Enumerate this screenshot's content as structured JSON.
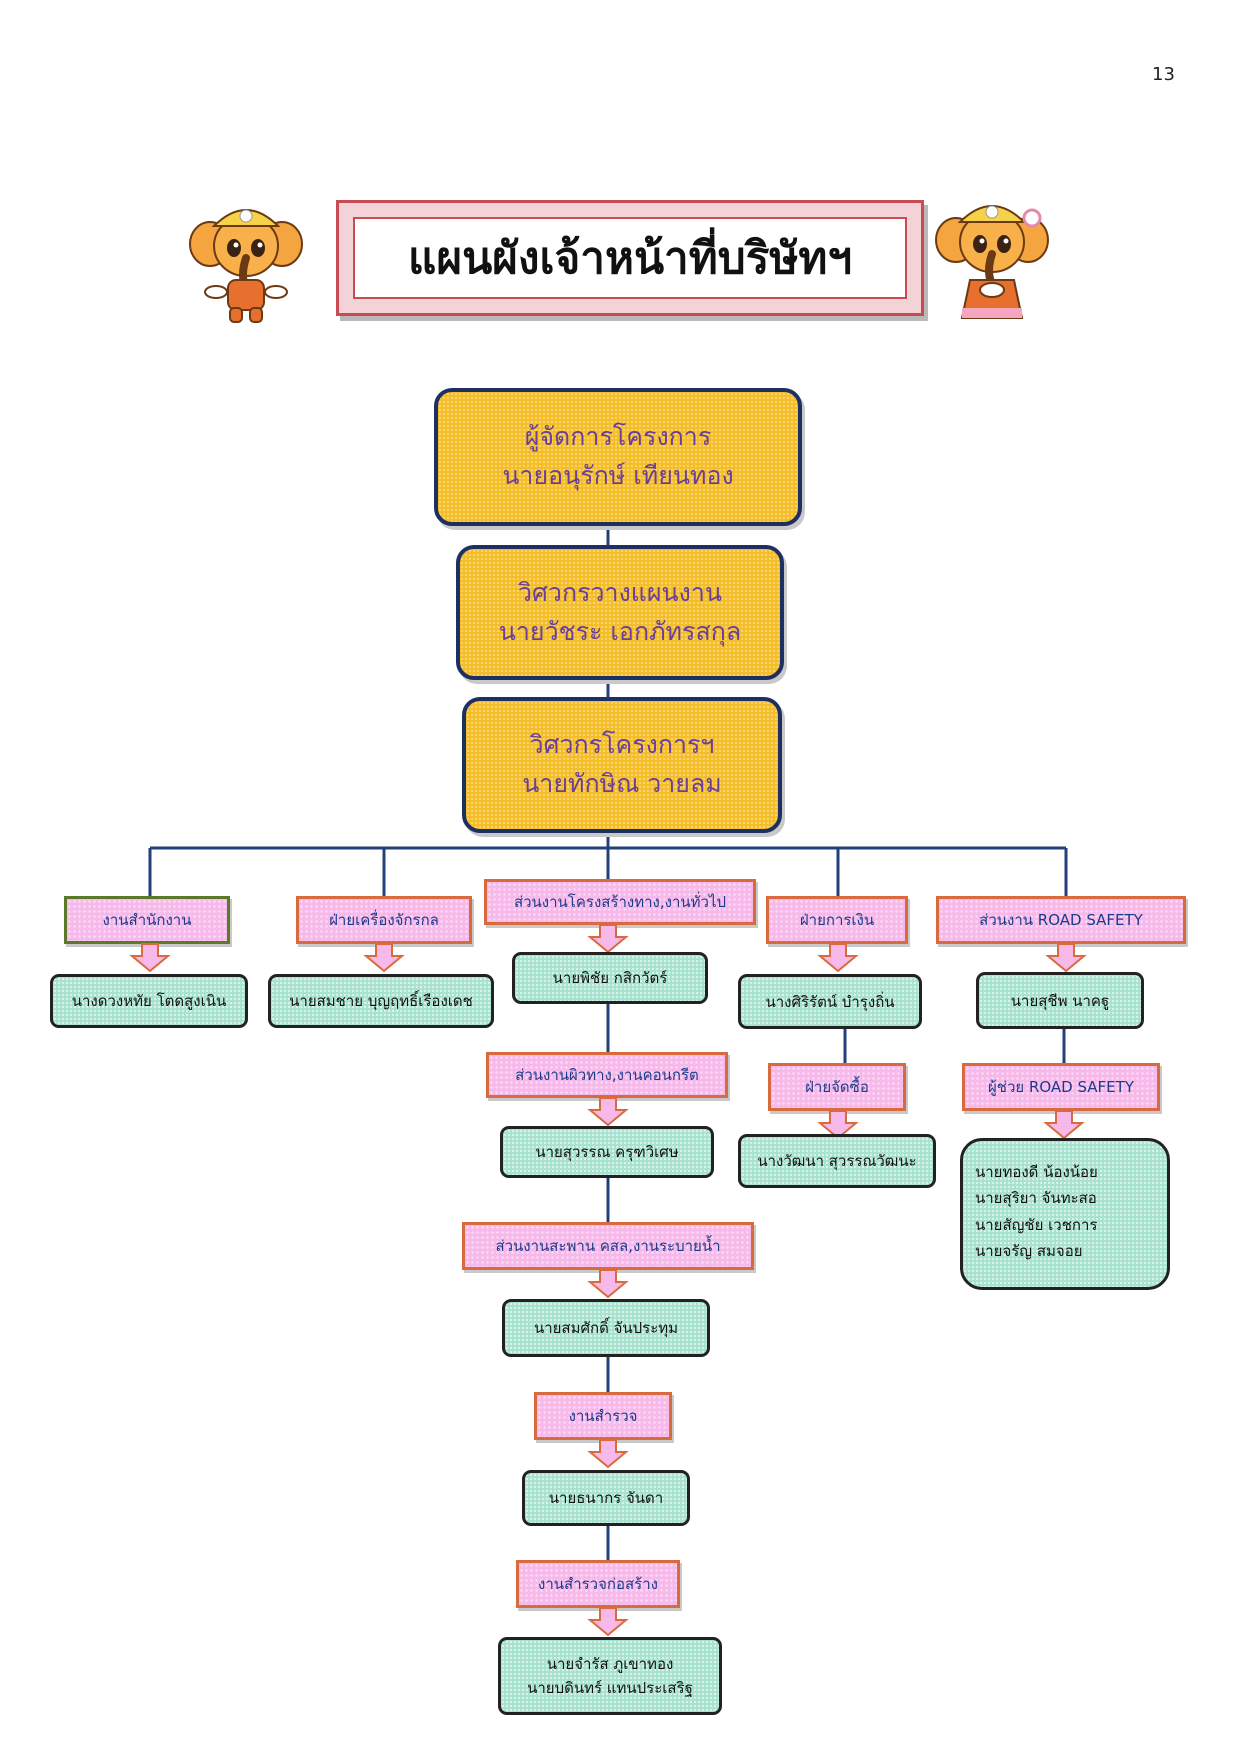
{
  "page_number": "13",
  "title": "แผนผังเจ้าหน้าที่บริษัทฯ",
  "leaders": [
    {
      "role": "ผู้จัดการโครงการ",
      "name": "นายอนุรักษ์  เทียนทอง"
    },
    {
      "role": "วิศวกรวางแผนงาน",
      "name": "นายวัชระ  เอกภัทรสกุล"
    },
    {
      "role": "วิศวกรโครงการฯ",
      "name": "นายทักษิณ  วายลม"
    }
  ],
  "branches": {
    "office": {
      "dept": "งานสำนักงาน",
      "person": "นางดวงหทัย  โตดสูงเนิน"
    },
    "machinery": {
      "dept": "ฝ่ายเครื่องจักรกล",
      "person": "นายสมชาย บุญฤทธิ์เรืองเดช"
    },
    "structure": {
      "chain": [
        {
          "dept": "ส่วนงานโครงสร้างทาง,งานทั่วไป",
          "person": "นายพิชัย  กสิกวัตร์"
        },
        {
          "dept": "ส่วนงานผิวทาง,งานคอนกรีต",
          "person": "นายสุวรรณ ครุฑวิเศษ"
        },
        {
          "dept": "ส่วนงานสะพาน คสล,งานระบายน้ำ",
          "person": "นายสมศักดิ์ จันประทุม"
        },
        {
          "dept": "งานสำรวจ",
          "person": "นายธนากร จันดา"
        },
        {
          "dept": "งานสำรวจก่อสร้าง",
          "persons": [
            "นายจำรัส ภูเขาทอง",
            "นายบดินทร์ แทนประเสริฐ"
          ]
        }
      ]
    },
    "finance": {
      "dept": "ฝ่ายการเงิน",
      "person": "นางศิริรัตน์  บำรุงถิ่น",
      "sub_dept": "ฝ่ายจัดซื้อ",
      "sub_person": "นางวัฒนา สุวรรณวัฒนะ"
    },
    "safety": {
      "dept": "ส่วนงาน ROAD SAFETY",
      "person": "นายสุชีพ  นาคฐู",
      "sub_dept": "ผู้ช่วย ROAD SAFETY",
      "sub_persons": [
        "นายทองดี น้องน้อย",
        "นายสุริยา จันทะสอ",
        "นายสัญชัย เวชการ",
        "นายจรัญ สมจอย"
      ]
    }
  },
  "colors": {
    "leader_fill": "#f5bd25",
    "leader_border": "#1e2f62",
    "leader_text": "#6a3f9a",
    "dept_fill": "#f7b8ea",
    "dept_border": "#d86a3d",
    "dept_text": "#1e3a8a",
    "person_fill": "#a6e3cf",
    "person_border": "#222222",
    "connector": "#23407a",
    "arrow_fill": "#f7b8ea",
    "arrow_stroke": "#d86a3d",
    "title_frame": "#c94b55"
  },
  "mascots": {
    "left": "elephant-mascot-boy-icon",
    "right": "elephant-mascot-girl-icon"
  }
}
